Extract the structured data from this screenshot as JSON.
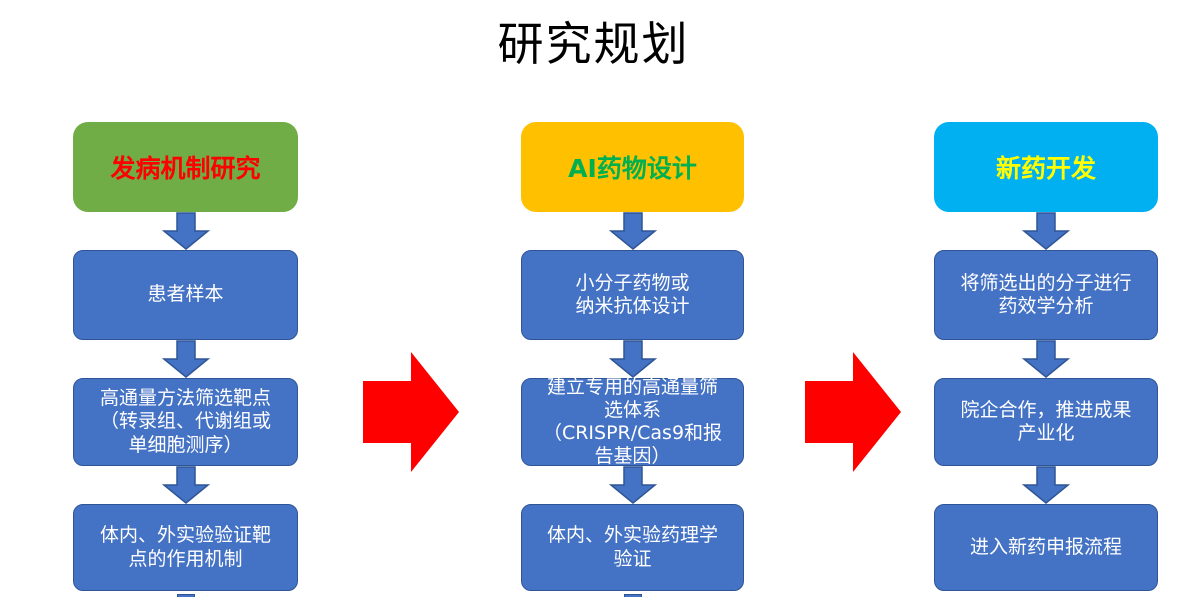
{
  "title": "研究规划",
  "colors": {
    "background": "#FFFFFF",
    "title_text": "#000000",
    "node_blue": "#4472C4",
    "node_border_blue": "#2F5597",
    "step_text": "#FFFFFF",
    "down_arrow_blue": "#4472C4",
    "flow_arrow_red": "#FF0000",
    "col1_header_bg": "#70AD47",
    "col1_header_text": "#FF0000",
    "col2_header_bg": "#FFC000",
    "col2_header_text": "#00B050",
    "col3_header_bg": "#00B0F0",
    "col3_header_text": "#FFFF00"
  },
  "columns": [
    {
      "header": {
        "label": "发病机制研究",
        "bg": "#70AD47",
        "text_color": "#FF0000"
      },
      "steps": [
        {
          "text": "患者样本"
        },
        {
          "text": "高通量方法筛选靶点\n（转录组、代谢组或\n单细胞测序）"
        },
        {
          "text": "体内、外实验验证靶\n点的作用机制"
        }
      ]
    },
    {
      "header": {
        "label": "AI药物设计",
        "bg": "#FFC000",
        "text_color": "#00B050"
      },
      "steps": [
        {
          "text": "小分子药物或\n纳米抗体设计"
        },
        {
          "text": "建立专用的高通量筛\n选体系\n（CRISPR/Cas9和报\n告基因）"
        },
        {
          "text": "体内、外实验药理学\n验证"
        }
      ]
    },
    {
      "header": {
        "label": "新药开发",
        "bg": "#00B0F0",
        "text_color": "#FFFF00"
      },
      "steps": [
        {
          "text": "将筛选出的分子进行\n药效学分析"
        },
        {
          "text": "院企合作，推进成果\n产业化"
        },
        {
          "text": "进入新药申报流程"
        }
      ]
    }
  ]
}
